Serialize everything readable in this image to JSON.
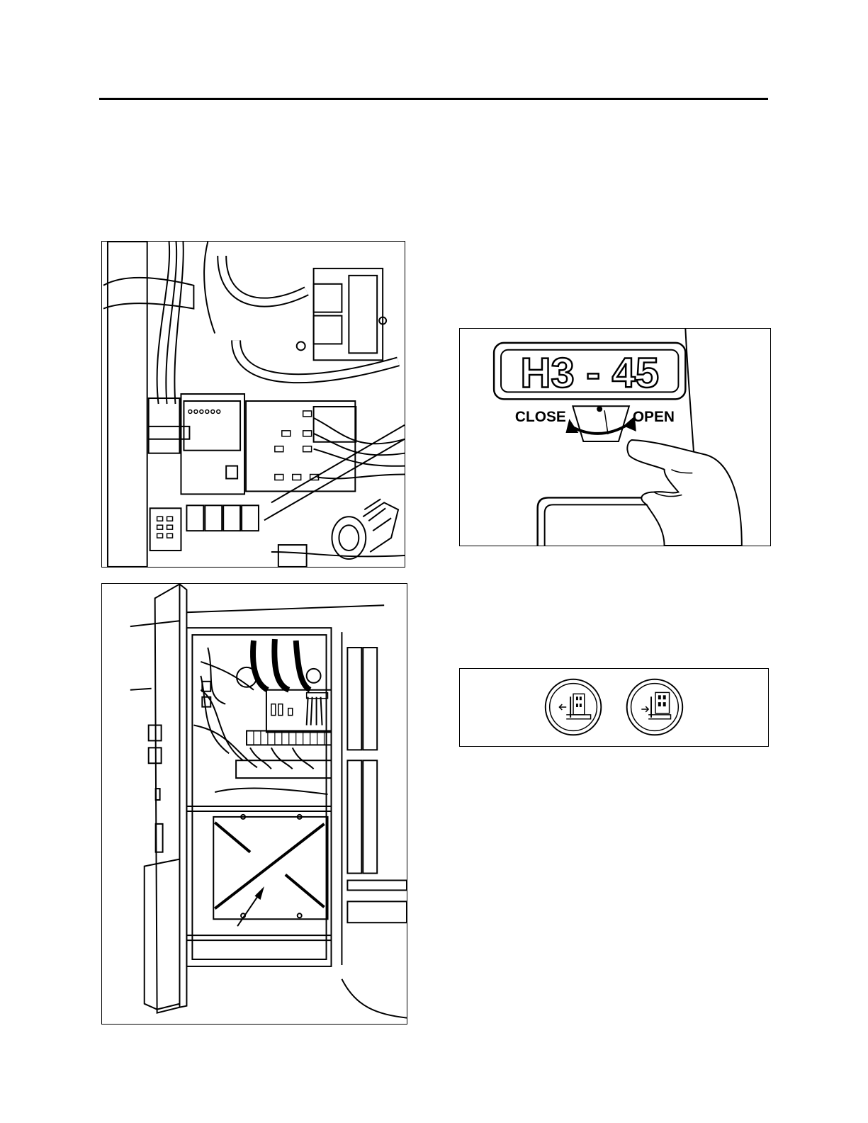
{
  "selector": {
    "model_label": "H3 - 45",
    "close_label": "CLOSE",
    "open_label": "OPEN"
  },
  "icons": {
    "fig1": "wiring-harness-illustration",
    "fig2": "open-cabinet-door-illustration",
    "fig3": "selector-switch-with-finger-illustration",
    "fig4a": "door-close-button-icon",
    "fig4b": "door-open-button-icon"
  }
}
